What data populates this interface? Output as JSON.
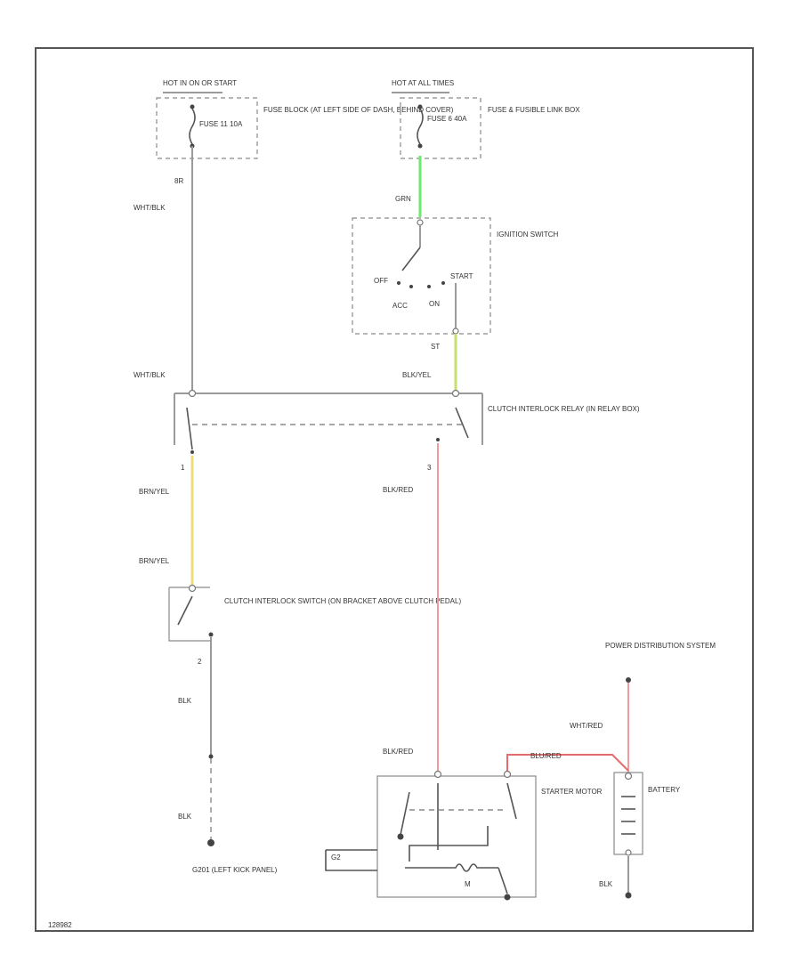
{
  "colors": {
    "frame": "#555555",
    "wire_grey": "#9a9a9a",
    "wire_green": "#6ee86e",
    "wire_yellow": "#f0dc7a",
    "wire_red": "#f29a9a"
  },
  "labels": {
    "hot_run_start": "HOT IN ON OR START",
    "fuse_block_fuse": "FUSE 11 10A",
    "fuse_block_desc": "FUSE BLOCK (AT LEFT SIDE OF DASH, BEHIND COVER)",
    "wire_wht_blk_1": "WHT/BLK",
    "wire_8r": "8R",
    "hot_at_all_times": "HOT AT ALL TIMES",
    "fuse_link_fuse": "FUSE 6 40A",
    "fuse_link_desc": "FUSE & FUSIBLE LINK BOX",
    "wire_grn": "GRN",
    "ignition_switch": "IGNITION SWITCH",
    "pos_off": "OFF",
    "pos_start": "START",
    "pos_acc": "ACC",
    "pos_on": "ON",
    "pin_st": "ST",
    "wire_wht_blk_2": "WHT/BLK",
    "wire_blk_yel": "BLK/YEL",
    "relay_desc": "CLUTCH INTERLOCK RELAY (IN RELAY BOX)",
    "pin_1": "1",
    "pin_3": "3",
    "wire_brn_yel_1": "BRN/YEL",
    "wire_brn_yel_2": "BRN/YEL",
    "wire_blk_red_1": "BLK/RED",
    "clutch_switch_desc": "CLUTCH INTERLOCK SWITCH (ON BRACKET ABOVE CLUTCH PEDAL)",
    "pin_2": "2",
    "wire_blk_1": "BLK",
    "wire_blk_2": "BLK",
    "ground_desc": "G201 (LEFT KICK PANEL)",
    "power_dist": "POWER DISTRIBUTION SYSTEM",
    "wire_wht_red": "WHT/RED",
    "wire_blk_red_2": "BLK/RED",
    "wire_blu_red": "BLU/RED",
    "starter_motor": "STARTER MOTOR",
    "battery": "BATTERY",
    "wire_blk_3": "BLK",
    "motor_m": "M",
    "ground_g2": "G2",
    "diagram_id": "128982"
  }
}
